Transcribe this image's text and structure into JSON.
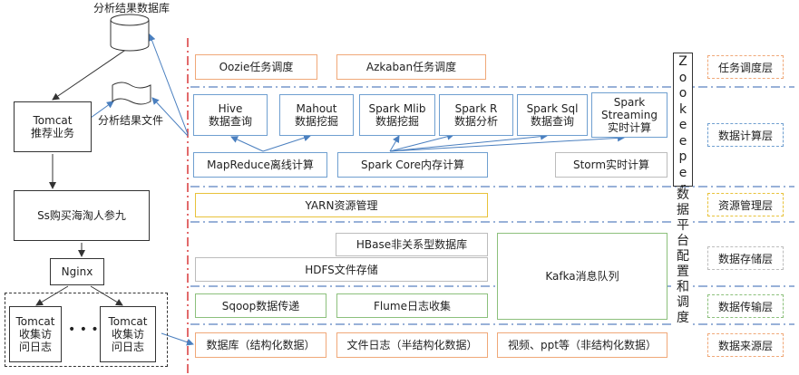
{
  "left": {
    "db_label": "分析结果数据库",
    "file_label": "分析结果文件",
    "tomcat_rec": "Tomcat\n推荐业务",
    "mall": "Ss购买海淘人参九",
    "nginx": "Nginx",
    "tomcat_log_1": "Tomcat\n收集访\n问日志",
    "dots": "• • •",
    "tomcat_log_2": "Tomcat\n收集访\n问日志"
  },
  "layers": {
    "scheduling": {
      "label": "任务调度层",
      "items": [
        "Oozie任务调度",
        "Azkaban任务调度"
      ]
    },
    "compute": {
      "label": "数据计算层",
      "apps": [
        "Hive\n数据查询",
        "Mahout\n数据挖掘",
        "Spark Mlib\n数据挖掘",
        "Spark R\n数据分析",
        "Spark Sql\n数据查询",
        "Spark\nStreaming\n实时计算"
      ],
      "engines": [
        "MapReduce离线计算",
        "Spark Core内存计算",
        "Storm实时计算"
      ]
    },
    "resource": {
      "label": "资源管理层",
      "items": [
        "YARN资源管理"
      ]
    },
    "storage": {
      "label": "数据存储层",
      "items": [
        "HBase非关系型数据库",
        "HDFS文件存储",
        "Kafka消息队列"
      ]
    },
    "transfer": {
      "label": "数据传输层",
      "items": [
        "Sqoop数据传递",
        "Flume日志收集"
      ]
    },
    "source": {
      "label": "数据来源层",
      "items": [
        "数据库（结构化数据）",
        "文件日志（半结构化数据）",
        "视频、ppt等（非结构化数据）"
      ]
    }
  },
  "zookeeper": {
    "letters": [
      "Z",
      "o",
      "o",
      "k",
      "e",
      "e",
      "p",
      "e",
      "r"
    ],
    "chars": [
      "数",
      "据",
      "平",
      "台",
      "配",
      "置",
      "和",
      "调",
      "度"
    ]
  },
  "colors": {
    "orange": "#f0a878",
    "blue": "#6f9fd0",
    "gold": "#e8c23a",
    "gray": "#bcbcbc",
    "green": "#8cc07c",
    "red_divider": "#d9383a"
  }
}
